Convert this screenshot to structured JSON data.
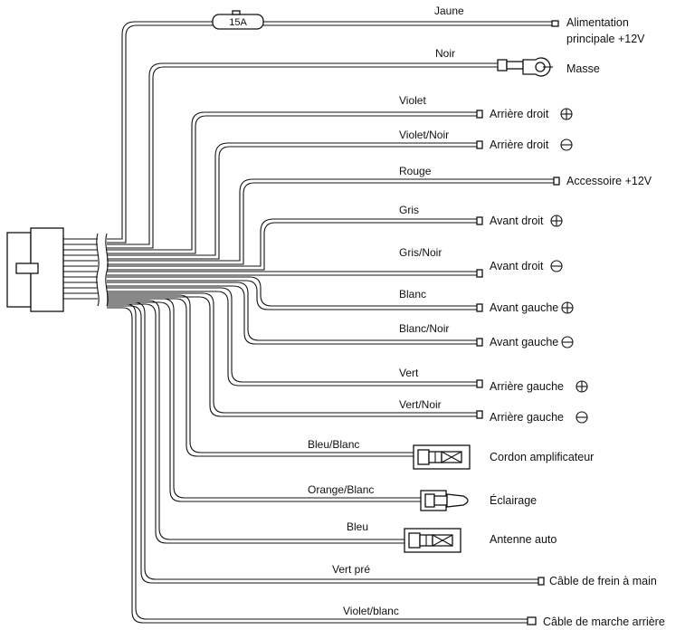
{
  "fuse": {
    "label": "15A"
  },
  "wires": [
    {
      "color_label": "Jaune",
      "destination": "Alimentation",
      "destination_line2": "principale +12V"
    },
    {
      "color_label": "Noir",
      "destination": "Masse"
    },
    {
      "color_label": "Violet",
      "destination": "Arrière droit",
      "polarity_icon": "plus-circle-icon"
    },
    {
      "color_label": "Violet/Noir",
      "destination": "Arrière droit",
      "polarity_icon": "minus-circle-icon"
    },
    {
      "color_label": "Rouge",
      "destination": "Accessoire +12V"
    },
    {
      "color_label": "Gris",
      "destination": "Avant droit",
      "polarity_icon": "plus-circle-icon"
    },
    {
      "color_label": "Gris/Noir",
      "destination": "Avant droit",
      "polarity_icon": "minus-circle-icon"
    },
    {
      "color_label": "Blanc",
      "destination": "Avant gauche",
      "polarity_icon": "plus-circle-icon"
    },
    {
      "color_label": "Blanc/Noir",
      "destination": "Avant gauche",
      "polarity_icon": "minus-circle-icon"
    },
    {
      "color_label": "Vert",
      "destination": "Arrière gauche",
      "polarity_icon": "plus-circle-icon"
    },
    {
      "color_label": "Vert/Noir",
      "destination": "Arrière gauche",
      "polarity_icon": "minus-circle-icon"
    },
    {
      "color_label": "Bleu/Blanc",
      "destination": "Cordon amplificateur",
      "connector_icon": "plug-connector-icon"
    },
    {
      "color_label": "Orange/Blanc",
      "destination": "Éclairage",
      "connector_icon": "bullet-connector-icon"
    },
    {
      "color_label": "Bleu",
      "destination": "Antenne auto",
      "connector_icon": "plug-connector-icon"
    },
    {
      "color_label": "Vert pré",
      "destination": "Câble de frein à main"
    },
    {
      "color_label": "Violet/blanc",
      "destination": "Câble de marche arrière"
    }
  ]
}
